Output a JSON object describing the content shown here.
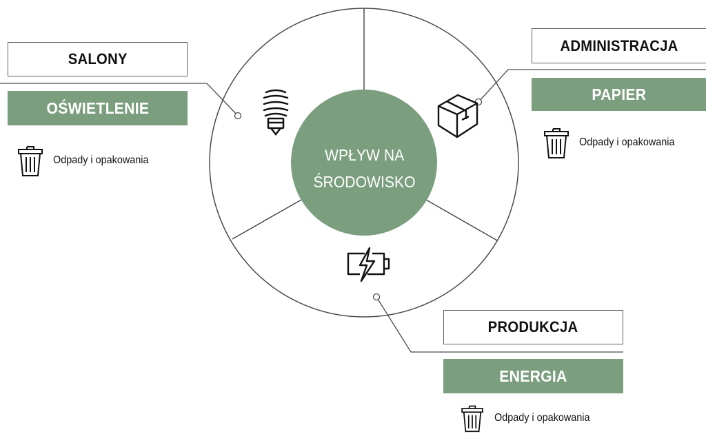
{
  "center": {
    "line1": "WPŁYW NA",
    "line2": "ŚRODOWISKO"
  },
  "colors": {
    "accent": "#7a9e7e",
    "line": "#4a4a4a"
  },
  "sections": [
    {
      "id": "salony",
      "label": "SALONY",
      "category": "OŚWIETLENIE",
      "icon": "light-bulb-icon",
      "waste": "Odpady i opakowania"
    },
    {
      "id": "administracja",
      "label": "ADMINISTRACJA",
      "category": "PAPIER",
      "icon": "box-icon",
      "waste": "Odpady i opakowania"
    },
    {
      "id": "produkcja",
      "label": "PRODUKCJA",
      "category": "ENERGIA",
      "icon": "battery-charging-icon",
      "waste": "Odpady i opakowania"
    }
  ]
}
